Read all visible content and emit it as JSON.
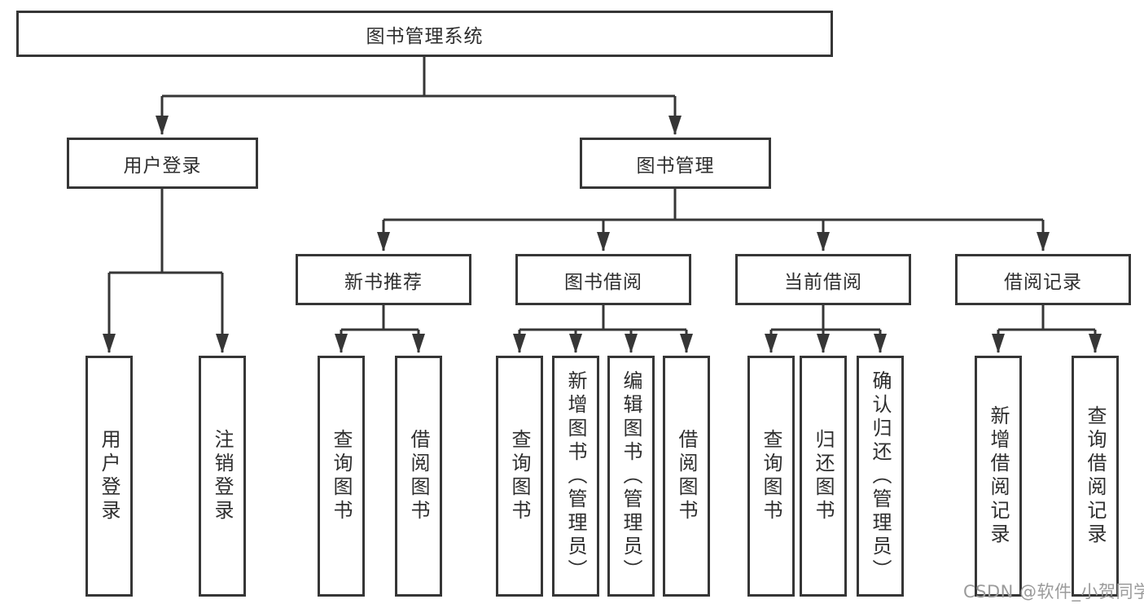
{
  "colors": {
    "line": "#363636",
    "text": "#2e2e2e",
    "box_fill": "#ffffff",
    "background": "#ffffff",
    "watermark": "#9b9b9b"
  },
  "tree": {
    "root": {
      "label": "图书管理系统"
    },
    "branches": [
      {
        "label": "用户登录",
        "children": [
          {
            "label": "用户登录"
          },
          {
            "label": "注销登录"
          }
        ]
      },
      {
        "label": "图书管理",
        "children": [
          {
            "label": "新书推荐",
            "children": [
              {
                "label": "查询图书"
              },
              {
                "label": "借阅图书"
              }
            ]
          },
          {
            "label": "图书借阅",
            "children": [
              {
                "label": "查询图书"
              },
              {
                "label": "新增图书（管理员）"
              },
              {
                "label": "编辑图书（管理员）"
              },
              {
                "label": "借阅图书"
              }
            ]
          },
          {
            "label": "当前借阅",
            "children": [
              {
                "label": "查询图书"
              },
              {
                "label": "归还图书"
              },
              {
                "label": "确认归还（管理员）"
              }
            ]
          },
          {
            "label": "借阅记录",
            "children": [
              {
                "label": "新增借阅记录"
              },
              {
                "label": "查询借阅记录"
              }
            ]
          }
        ]
      }
    ]
  },
  "watermark": {
    "text": "CSDN @软件_小贺同学"
  }
}
